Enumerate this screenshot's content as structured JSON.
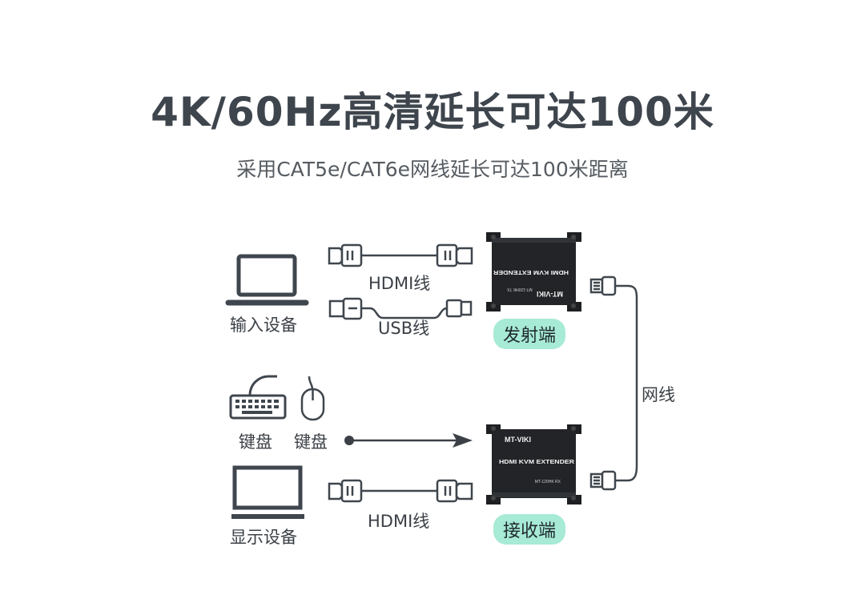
{
  "header": {
    "title": "4K/60Hz高清延长可达100米",
    "subtitle": "采用CAT5e/CAT6e网线延长可达100米距离"
  },
  "left": {
    "input_device_label": "输入设备",
    "keyboard_label": "键盘",
    "mouse_label": "键盘",
    "display_label": "显示设备"
  },
  "cables": {
    "hdmi_top_label": "HDMI线",
    "usb_label": "USB线",
    "hdmi_bottom_label": "HDMI线",
    "network_label": "网线"
  },
  "devices": {
    "transmitter": {
      "pill": "发射端",
      "brand": "MT-VIKI",
      "product": "HDMI KVM EXTENDER",
      "model": "MT-120HK TX",
      "accent": "#a7ead5"
    },
    "receiver": {
      "pill": "接收端",
      "brand": "MT-VIKI",
      "product": "HDMI KVM EXTENDER",
      "model": "MT-120HK RX",
      "accent": "#a7ead5"
    }
  }
}
